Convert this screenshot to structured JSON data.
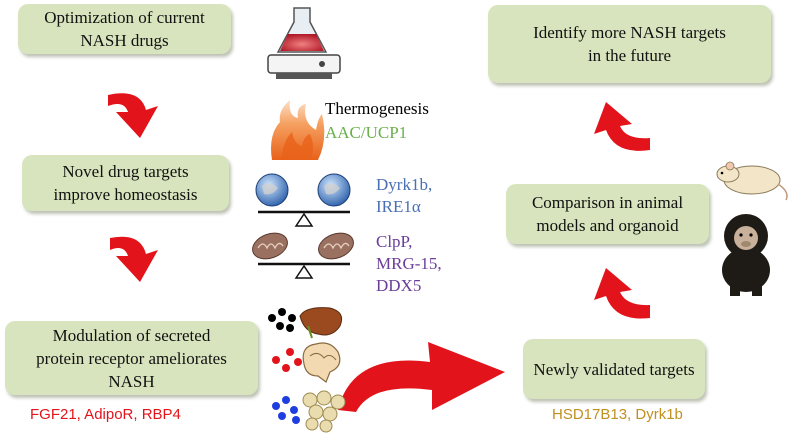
{
  "boxes": {
    "optimization": "Optimization of current\nNASH drugs",
    "novel_targets": "Novel drug targets\nimprove homeostasis",
    "modulation": "Modulation of secreted\nprotein receptor ameliorates\nNASH",
    "identify": "Identify more NASH targets\nin the future",
    "comparison": "Comparison in animal\nmodels and organoid",
    "newly_validated": "Newly validated targets"
  },
  "labels": {
    "thermogenesis": "Thermogenesis",
    "aac_ucp1": "AAC/UCP1",
    "dyrk_ire": "Dyrk1b,\nIRE1α",
    "clpp_group": "ClpP,\nMRG-15,\nDDX5",
    "secreted_targets": "FGF21, AdipoR, RBP4",
    "validated_targets": "HSD17B13, Dyrk1b"
  },
  "colors": {
    "box_fill": "#d8e4bd",
    "arrow_red": "#e3131b",
    "green_text": "#6ab04c",
    "blue_text": "#4a6fb5",
    "purple_text": "#6a3d9a",
    "red_text": "#e3131b",
    "gold_text": "#c09020"
  },
  "icons": [
    "flask-hotplate-icon",
    "fire-icon",
    "globe-balance-icon",
    "mitochondria-balance-icon",
    "liver-icon",
    "brain-icon",
    "adipose-icon",
    "mouse-icon",
    "chimpanzee-icon"
  ]
}
